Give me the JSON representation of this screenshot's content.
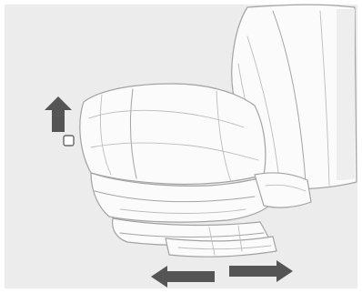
{
  "figure": {
    "type": "illustration",
    "subject": "front-seat-adjustment",
    "background_color": "#ececec",
    "seat_outline_color": "#a3a3a3",
    "arrow_color": "#555555",
    "indicated_motions": [
      "seat-height-up",
      "seat-fore-aft"
    ]
  }
}
